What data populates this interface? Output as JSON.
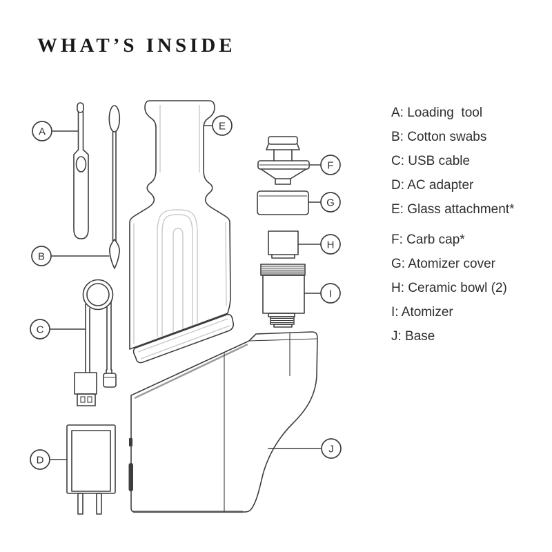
{
  "title": "WHAT’S INSIDE",
  "labels": {
    "a": "A",
    "b": "B",
    "c": "C",
    "d": "D",
    "e": "E",
    "f": "F",
    "g": "G",
    "h": "H",
    "i": "I",
    "j": "J"
  },
  "legend": {
    "items": [
      {
        "text": "A: Loading  tool"
      },
      {
        "text": "B: Cotton swabs"
      },
      {
        "text": "C: USB cable"
      },
      {
        "text": "D: AC adapter"
      },
      {
        "text": "E: Glass attachment*"
      },
      {
        "text": "F: Carb cap*"
      },
      {
        "text": "G: Atomizer cover"
      },
      {
        "text": "H: Ceramic bowl (2)"
      },
      {
        "text": "I: Atomizer"
      },
      {
        "text": "J: Base"
      }
    ]
  },
  "colors": {
    "ink": "#191919",
    "line": "#3d3d3d",
    "light": "#c9c9c9",
    "gray": "#9a9a9a",
    "text": "#2e2e2e"
  }
}
